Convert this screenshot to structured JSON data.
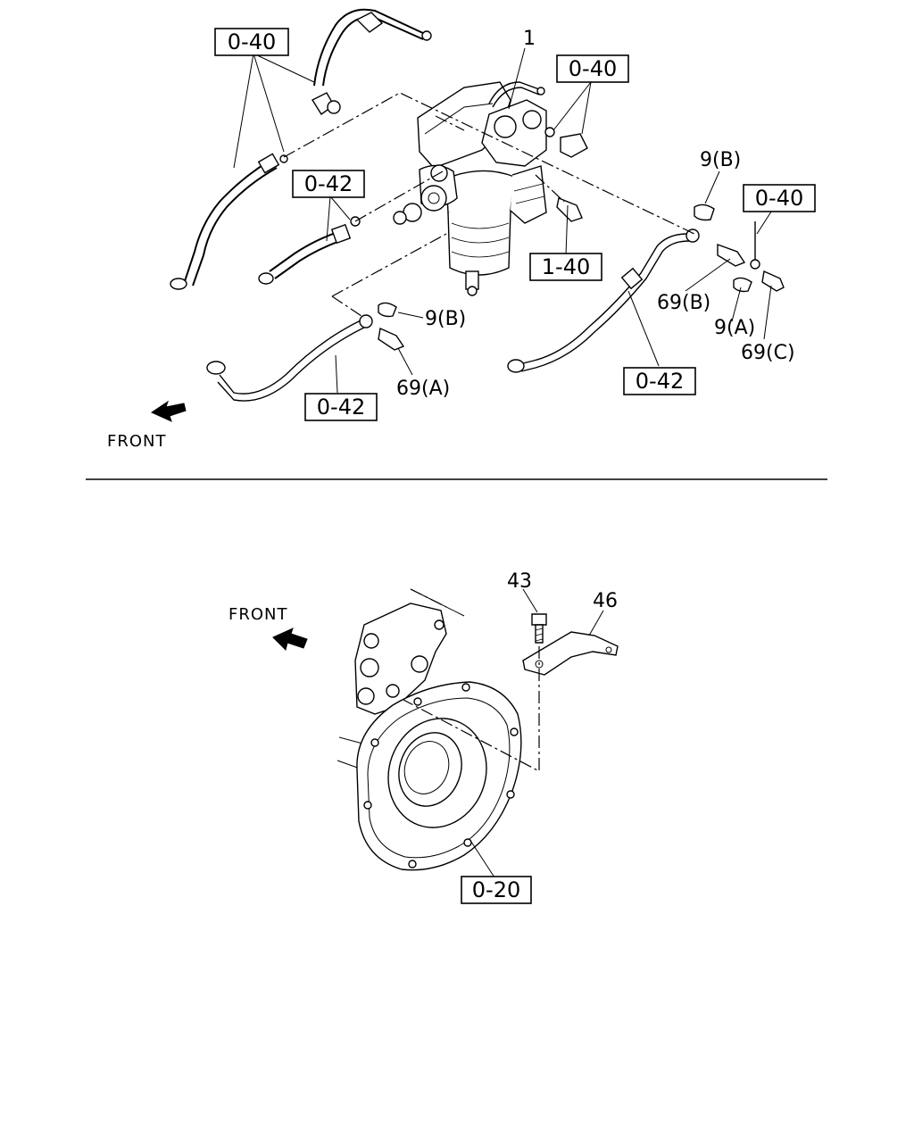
{
  "top_view": {
    "front_label": "FRONT",
    "callouts": [
      {
        "id": "ref-0-40-a",
        "text": "0-40",
        "boxed": true
      },
      {
        "id": "ref-0-40-b",
        "text": "0-40",
        "boxed": true
      },
      {
        "id": "ref-0-40-c",
        "text": "0-40",
        "boxed": true
      },
      {
        "id": "ref-0-42-a",
        "text": "0-42",
        "boxed": true
      },
      {
        "id": "ref-0-42-b",
        "text": "0-42",
        "boxed": true
      },
      {
        "id": "ref-0-42-c",
        "text": "0-42",
        "boxed": true
      },
      {
        "id": "ref-1-40",
        "text": "1-40",
        "boxed": true
      },
      {
        "id": "part-1",
        "text": "1",
        "boxed": false
      },
      {
        "id": "part-9b-a",
        "text": "9(B)",
        "boxed": false
      },
      {
        "id": "part-9b-b",
        "text": "9(B)",
        "boxed": false
      },
      {
        "id": "part-9a",
        "text": "9(A)",
        "boxed": false
      },
      {
        "id": "part-69a",
        "text": "69(A)",
        "boxed": false
      },
      {
        "id": "part-69b",
        "text": "69(B)",
        "boxed": false
      },
      {
        "id": "part-69c",
        "text": "69(C)",
        "boxed": false
      }
    ]
  },
  "bottom_view": {
    "front_label": "FRONT",
    "callouts": [
      {
        "id": "part-43",
        "text": "43",
        "boxed": false
      },
      {
        "id": "part-46",
        "text": "46",
        "boxed": false
      },
      {
        "id": "ref-0-20",
        "text": "0-20",
        "boxed": true
      }
    ]
  }
}
